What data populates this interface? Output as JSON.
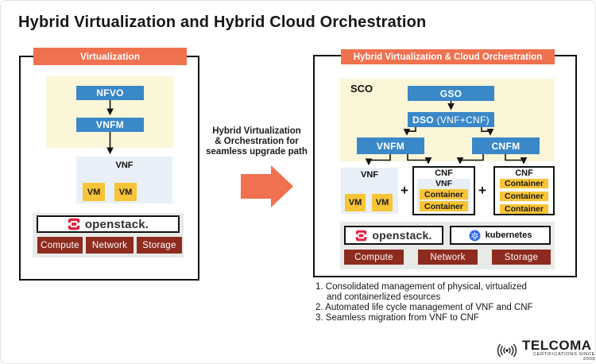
{
  "title": "Hybrid Virtualization and Hybrid Cloud Orchestration",
  "colors": {
    "accent_orange": "#F0714F",
    "box_blue": "#3A88C8",
    "cream": "#FBF6D8",
    "light_blue": "#E9EFF8",
    "yellow": "#F7C437",
    "dark_red": "#8E2B1F",
    "gray_base": "#E7EAE7",
    "openstack_red": "#E52043",
    "kubernetes_blue": "#326CE5"
  },
  "left_panel": {
    "header": "Virtualization",
    "nfvo": "NFVO",
    "vnfm": "VNFM",
    "vnf_label": "VNF",
    "vm1": "VM",
    "vm2": "VM",
    "openstack_label": "openstack.",
    "infra": [
      "Compute",
      "Network",
      "Storage"
    ]
  },
  "middle": {
    "caption_line1": "Hybrid Virtualization",
    "caption_line2": "& Orchestration for",
    "caption_line3": "seamless upgrade path"
  },
  "right_panel": {
    "header": "Hybrid Virtualization & Cloud Orchestration",
    "sco": "SCO",
    "gso": "GSO",
    "dso_bold": "DSO",
    "dso_rest": "(VNF+CNF)",
    "vnfm": "VNFM",
    "cnfm": "CNFM",
    "vnf_group": {
      "label": "VNF",
      "vm1": "VM",
      "vm2": "VM"
    },
    "plus": "+",
    "cnf_group1": {
      "label": "CNF",
      "inner_label": "VNF",
      "containers": [
        "Container",
        "Container"
      ]
    },
    "cnf_group2": {
      "label": "CNF",
      "containers": [
        "Container",
        "Container",
        "Container"
      ]
    },
    "openstack_label": "openstack.",
    "kubernetes_label": "kubernetes",
    "infra": [
      "Compute",
      "Network",
      "Storage"
    ]
  },
  "notes": [
    "1. Consolidated management of physical, virtualized",
    "and containerlized esources",
    "2. Automated life cycle management of VNF and CNF",
    "3. Seamless migration from VNF to CNF"
  ],
  "logo": {
    "name": "TELCOMA",
    "tagline": "CERTIFICATIONS SINCE 2009"
  }
}
